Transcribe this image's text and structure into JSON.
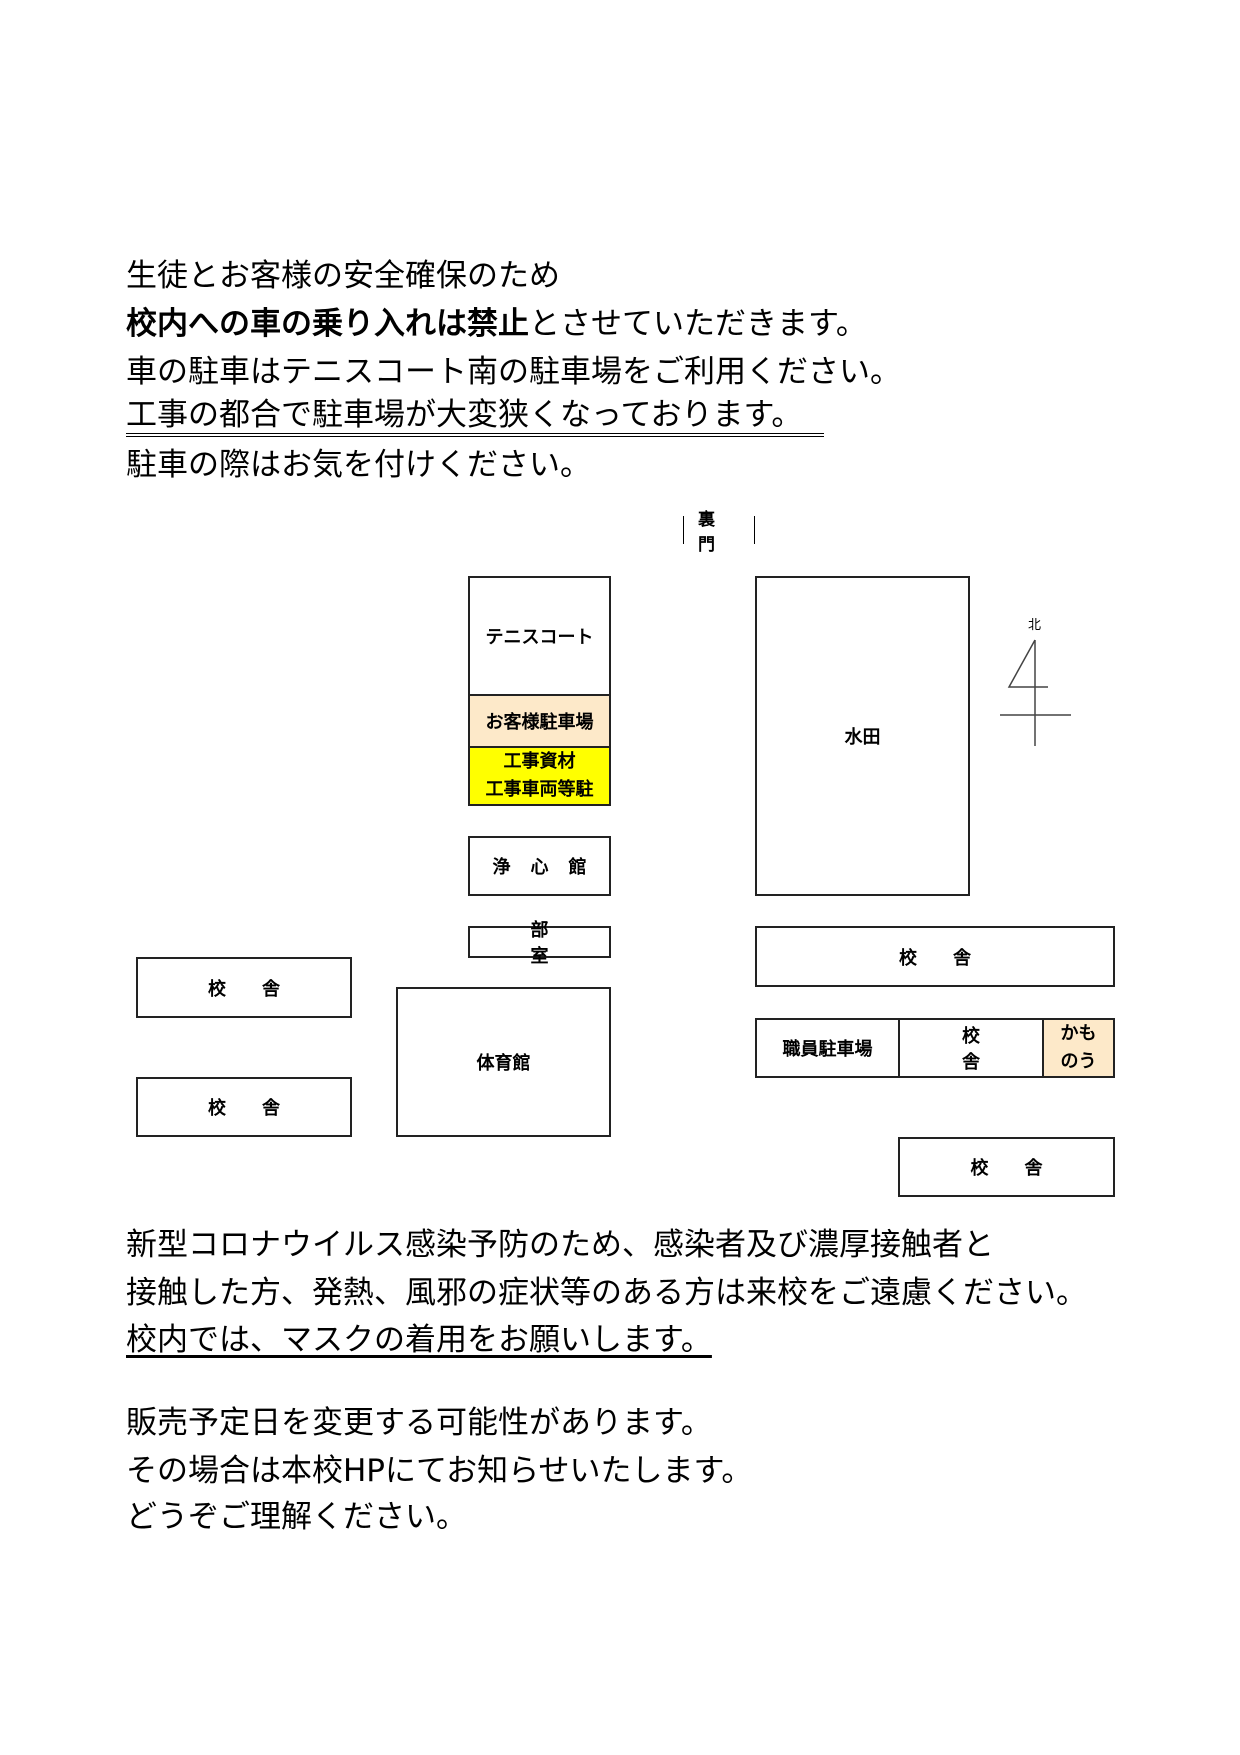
{
  "notice_top": {
    "line1": "生徒とお客様の安全確保のため",
    "line2_bold": "校内への車の乗り入れは禁止",
    "line2_rest": "とさせていただきます。",
    "line3": "車の駐車はテニスコート南の駐車場をご利用ください。",
    "line4": "工事の都合で駐車場が大変狭くなっております。",
    "line5": "駐車の際はお気を付けください。"
  },
  "map": {
    "back_gate": "裏門",
    "tennis_court": "テニスコート",
    "guest_parking": "お客様駐車場",
    "construction_line1": "工事資材",
    "construction_line2": "工事車両等駐",
    "joshinkan": "浄心館",
    "club_room": "部室",
    "gym": "体育館",
    "paddy": "水田",
    "school_building": "校舎",
    "staff_parking": "職員駐車場",
    "kamonou_line1": "かも",
    "kamonou_line2": "のう",
    "north": "北",
    "colors": {
      "guest_parking": "#fde9c9",
      "construction": "#ffff00",
      "kamonou": "#fde9c9"
    }
  },
  "notice_bottom": {
    "line1": "新型コロナウイルス感染予防のため、感染者及び濃厚接触者と",
    "line2": "接触した方、発熱、風邪の症状等のある方は来校をご遠慮ください。",
    "line3": "校内では、マスクの着用をお願いします。",
    "line4": "販売予定日を変更する可能性があります。",
    "line5": "その場合は本校HPにてお知らせいたします。",
    "line6": "どうぞご理解ください。"
  }
}
